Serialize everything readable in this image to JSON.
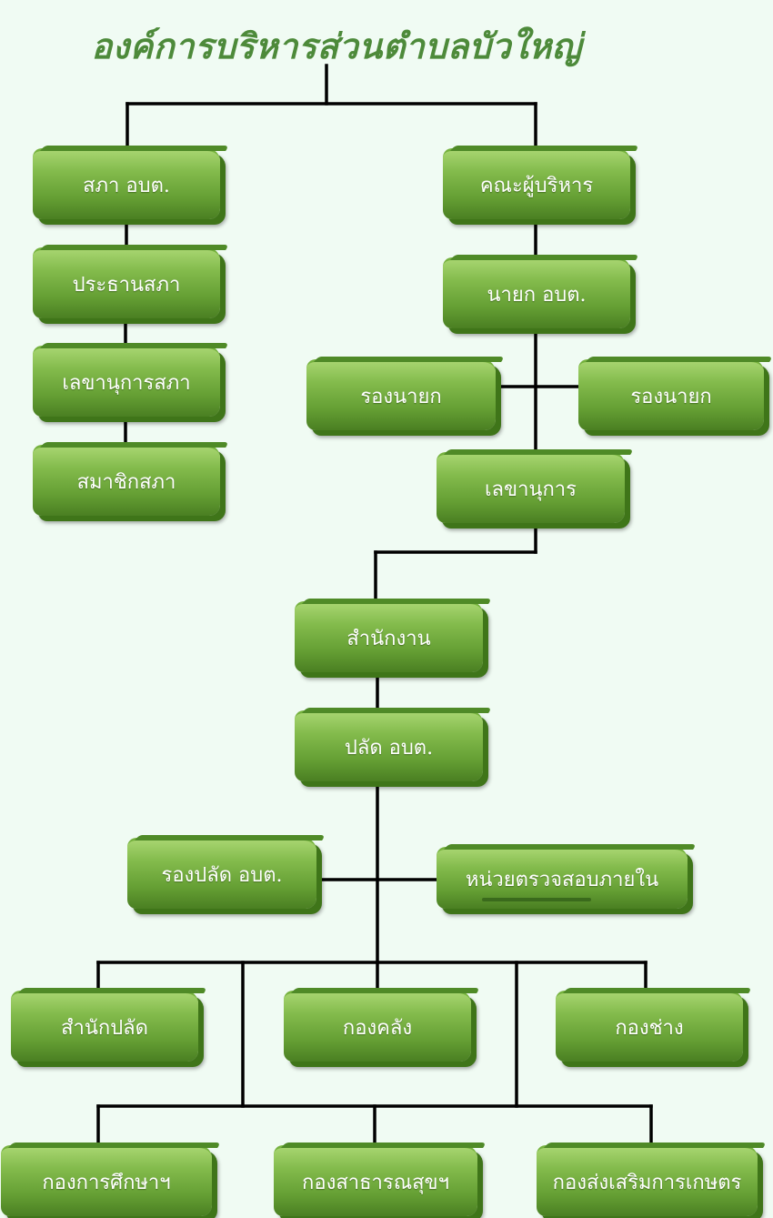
{
  "title": "องค์การบริหารส่วนตำบลบัวใหญ่",
  "colors": {
    "title": "#4d8a3a",
    "box_fill": "#6aa63a",
    "box_shadow": "#3f7519",
    "line": "#000000",
    "background": "#f0fbf3"
  },
  "council": {
    "council": "สภา อบต.",
    "chairman": "ประธานสภา",
    "secretary": "เลขานุการสภา",
    "members": "สมาชิกสภา"
  },
  "executive": {
    "board": "คณะผู้บริหาร",
    "mayor": "นายก อบต.",
    "deputy_left": "รองนายก",
    "deputy_right": "รองนายก",
    "secretary": "เลขานุการ"
  },
  "office": {
    "office": "สำนักงาน",
    "clerk": "ปลัด อบต.",
    "deputy_clerk": "รองปลัด อบต.",
    "internal_audit": "หน่วยตรวจสอบภายใน"
  },
  "divisions": {
    "clerk_office": "สำนักปลัด",
    "finance": "กองคลัง",
    "engineering": "กองช่าง",
    "education": "กองการศึกษาฯ",
    "public_health": "กองสาธารณสุขฯ",
    "agriculture": "กองส่งเสริมการเกษตร"
  }
}
